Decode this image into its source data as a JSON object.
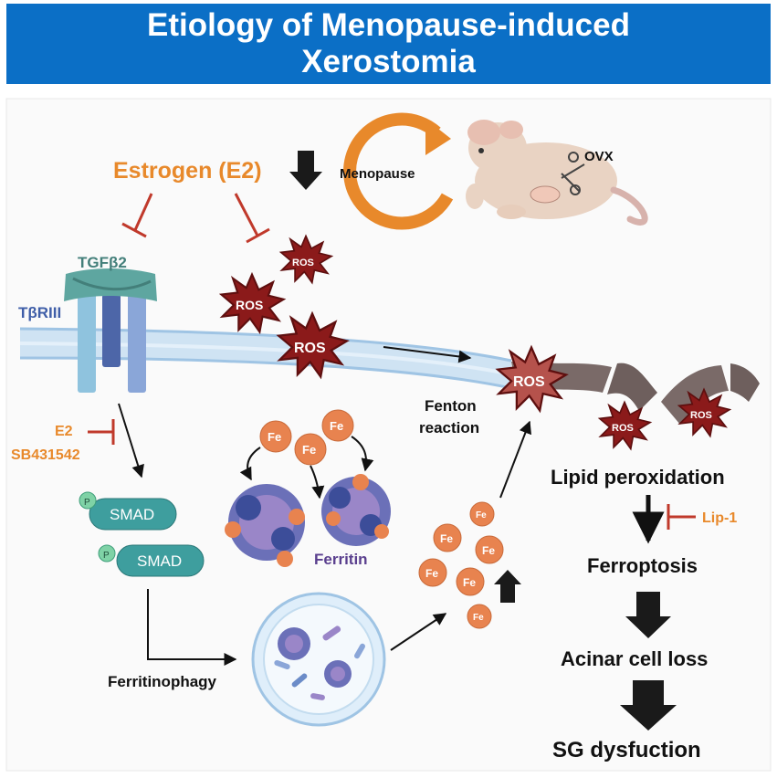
{
  "title_line1": "Etiology of Menopause-induced",
  "title_line2": "Xerostomia",
  "estrogen": "Estrogen (E2)",
  "menopause": "Menopause",
  "ovx": "OVX",
  "tgfb2": "TGFβ2",
  "tbrii": "TβRIII",
  "ros": "ROS",
  "inhibitors": {
    "e2": "E2",
    "sb": "SB431542"
  },
  "smad": "SMAD",
  "p": "P",
  "fe": "Fe",
  "ferritin": "Ferritin",
  "ferritinophagy": "Ferritinophagy",
  "fenton_line1": "Fenton",
  "fenton_line2": "reaction",
  "lipid_peroxidation": "Lipid peroxidation",
  "lip1": "Lip-1",
  "ferroptosis": "Ferroptosis",
  "acinar": "Acinar cell loss",
  "sg": "SG dysfuction",
  "colors": {
    "header": "#0b6fc6",
    "orange": "#e8892b",
    "red": "#c0392b",
    "ros": "#8b1a1a",
    "smad": "#3e9e9e",
    "fe": "#e8834f"
  }
}
